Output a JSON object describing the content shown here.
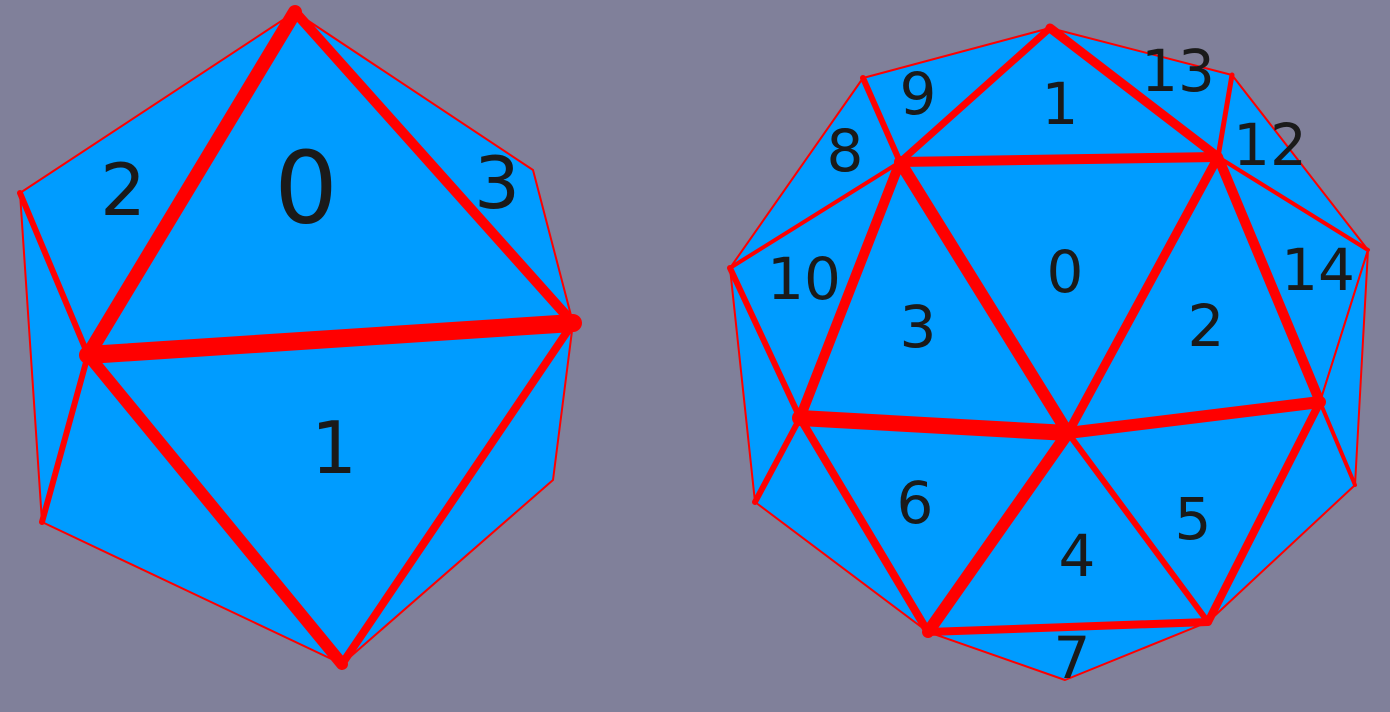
{
  "colors": {
    "background": "#80809a",
    "face_fill": "#009cff",
    "edge": "#ff0000",
    "label": "#1a1a1a"
  },
  "left_mesh": {
    "face_labels": [
      "0",
      "1",
      "2",
      "3"
    ]
  },
  "right_mesh": {
    "face_labels": [
      "0",
      "1",
      "2",
      "3",
      "4",
      "5",
      "6",
      "7",
      "8",
      "9",
      "10",
      "12",
      "13",
      "14"
    ]
  }
}
